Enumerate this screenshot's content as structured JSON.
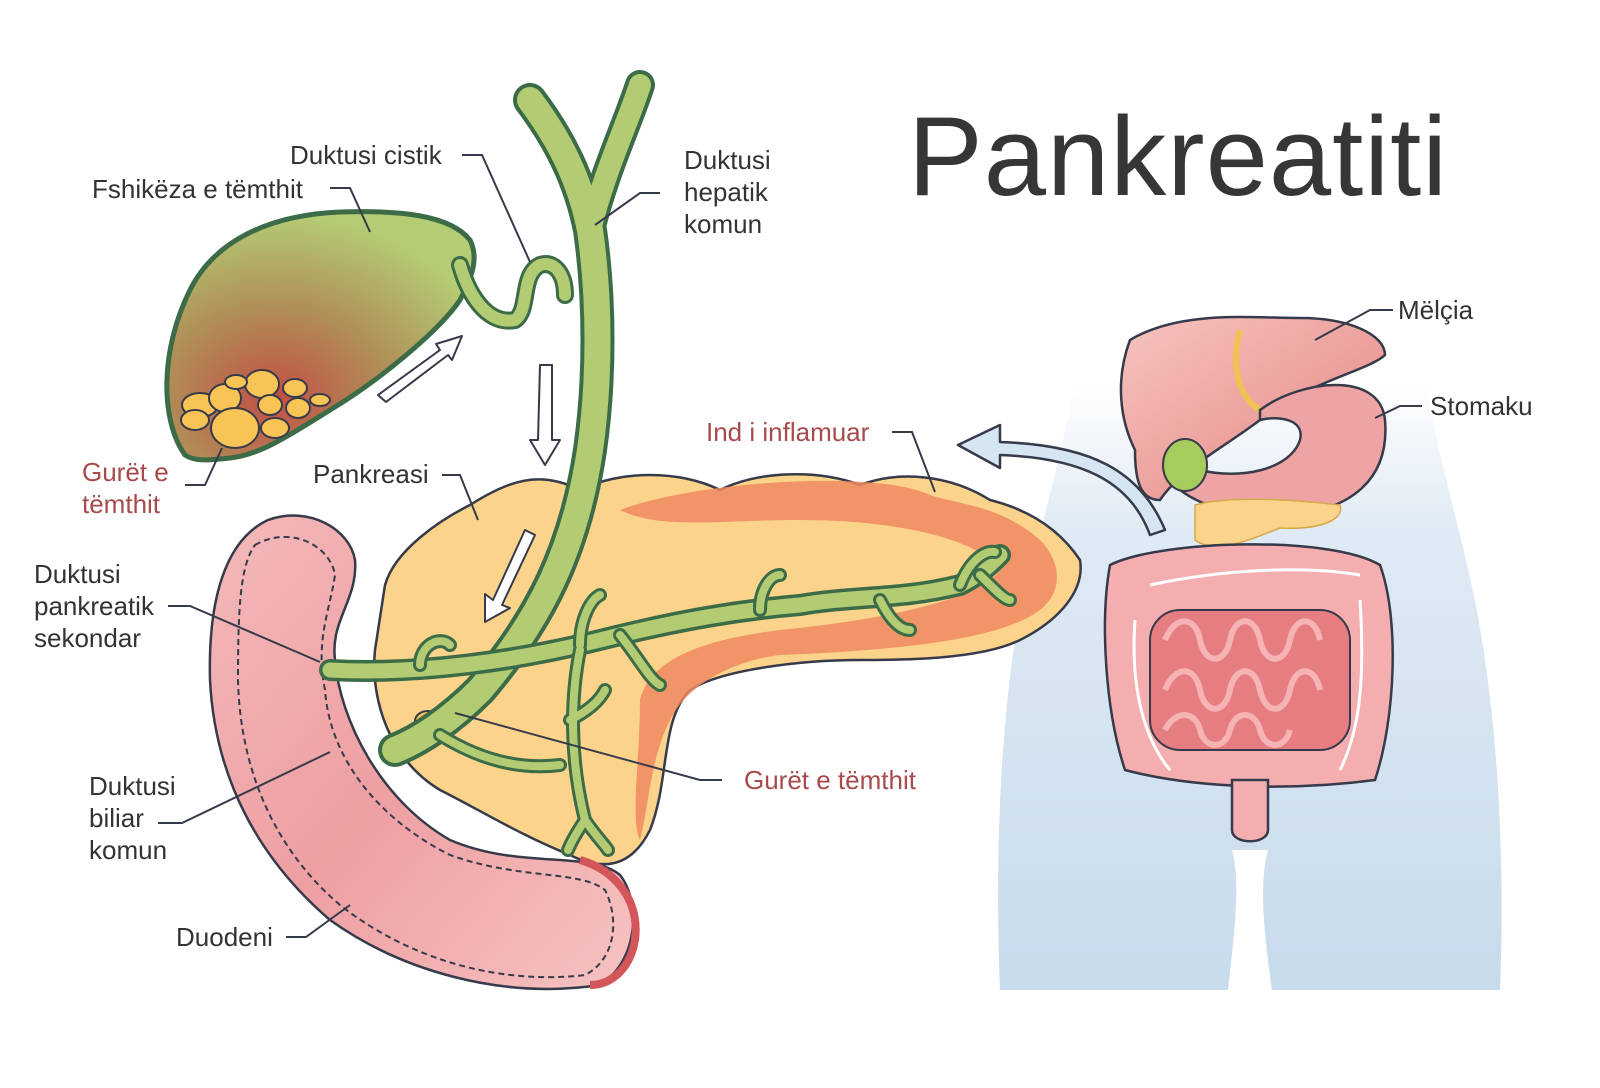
{
  "title": "Pankreatiti",
  "colors": {
    "text": "#333333",
    "highlight_text": "#a84a4c",
    "duct_green": "#b3cc74",
    "duct_outline": "#3c6b47",
    "pancreas_yellow": "#fbd38a",
    "inflamed_orange": "#ee8a62",
    "duodenum_pink": "#f2aeb0",
    "body_silhouette_blue": "#c9ddee",
    "gallstone_yellow": "#f9c456",
    "outline": "#363a4a"
  },
  "labels": {
    "cystic_duct": "Duktusi cistik",
    "gallbladder": "Fshikëza e tëmthit",
    "common_hepatic_duct": "Duktusi\nhepatik\nkomun",
    "gallstones_top": "Gurët e\ntëmthit",
    "pancreas": "Pankreasi",
    "inflamed_tissue": "Ind i inflamuar",
    "accessory_pancreatic_duct": "Duktusi\npankreatik\nsekondar",
    "common_bile_duct": "Duktusi\nbiliar\nkomun",
    "gallstones_bottom": "Gurët e tëmthit",
    "duodenum": "Duodeni",
    "liver": "Mëlçia",
    "stomach": "Stomaku"
  },
  "icons": {
    "flow_arrows": [
      "arrow-up-right-icon",
      "arrow-down-icon",
      "arrow-down-left-icon"
    ],
    "zoom_arrow": "curved-arrow-left-icon"
  }
}
